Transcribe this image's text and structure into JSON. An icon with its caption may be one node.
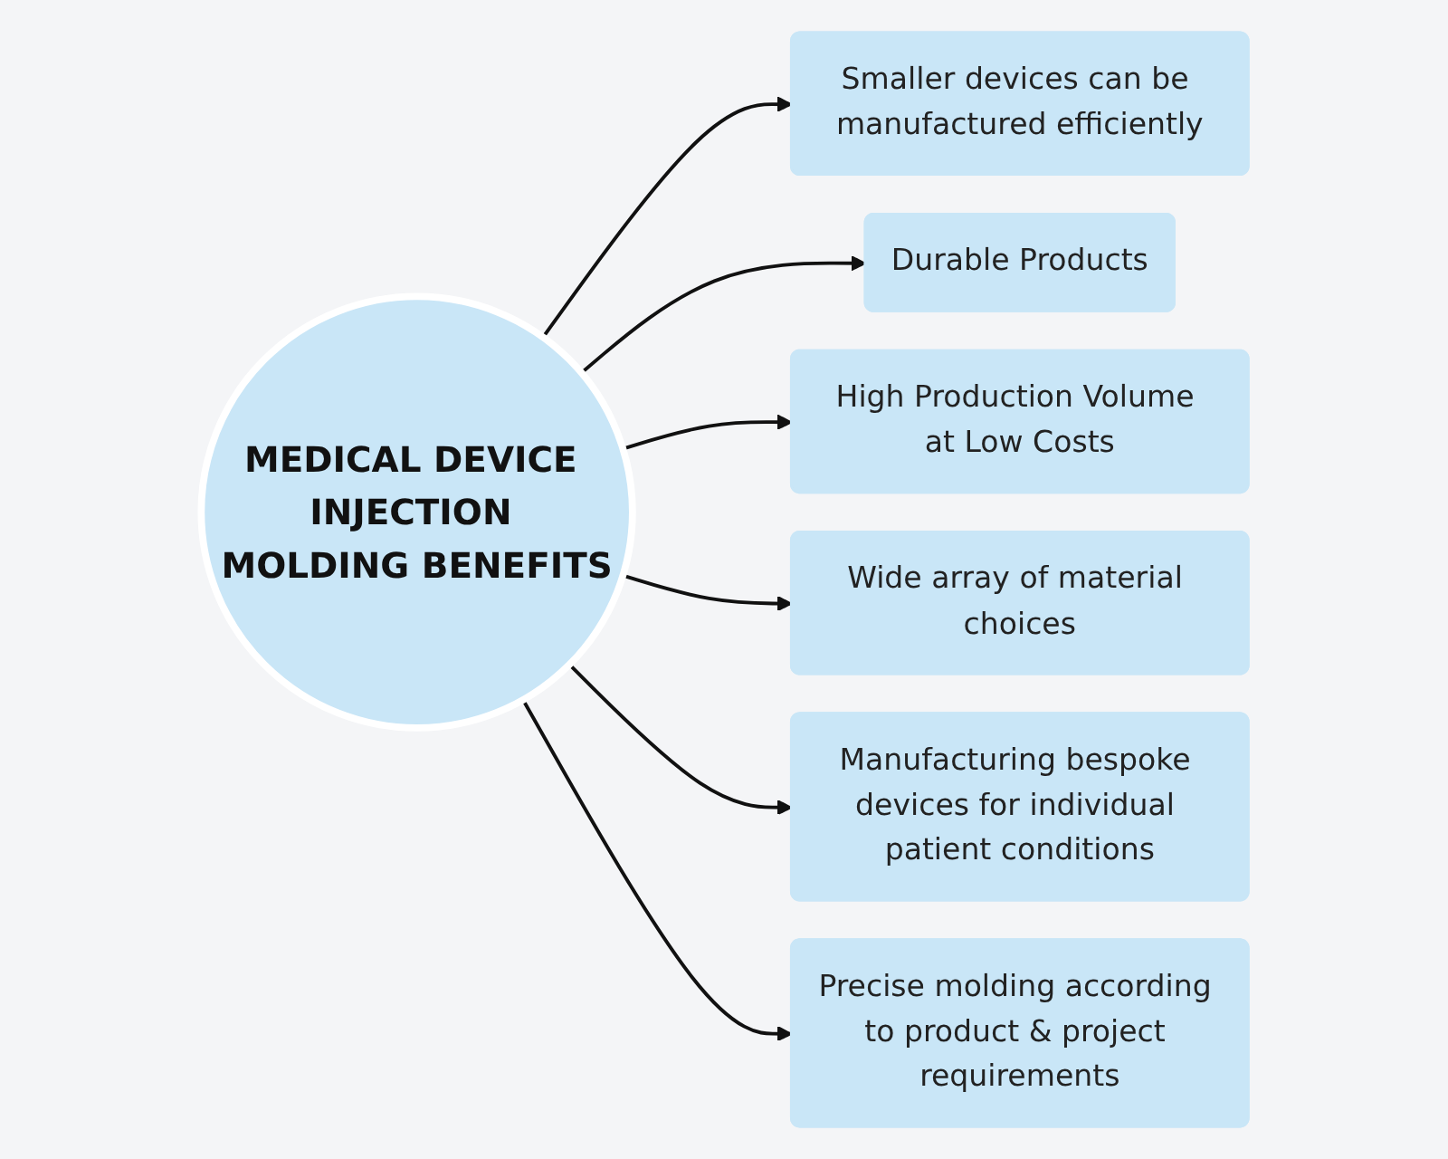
{
  "diagram": {
    "nodes": [
      {
        "text": [
          "MEDICAL DEVICE INJECTION MOLDING BENEFITS"
        ]
      },
      {
        "text": [
          "Smaller devices can be manufactured efficiently"
        ]
      },
      {
        "text": [
          "Durable Products"
        ]
      },
      {
        "text": [
          "High Production Volume at Low Costs"
        ]
      },
      {
        "text": [
          "Wide array of material choices"
        ]
      },
      {
        "text": [
          "Manufacturing bespoke devices for individual patient conditions"
        ]
      },
      {
        "text": [
          "Precise molding according to product & project requirements"
        ]
      }
    ],
    "edges": [
      {
        "from": 0,
        "to": 1,
        "arrow": "to"
      },
      {
        "from": 0,
        "to": 2,
        "arrow": "to"
      },
      {
        "from": 0,
        "to": 3,
        "arrow": "to"
      },
      {
        "from": 0,
        "to": 4,
        "arrow": "to"
      },
      {
        "from": 0,
        "to": 5,
        "arrow": "to"
      },
      {
        "from": 0,
        "to": 6,
        "arrow": "to"
      }
    ]
  }
}
